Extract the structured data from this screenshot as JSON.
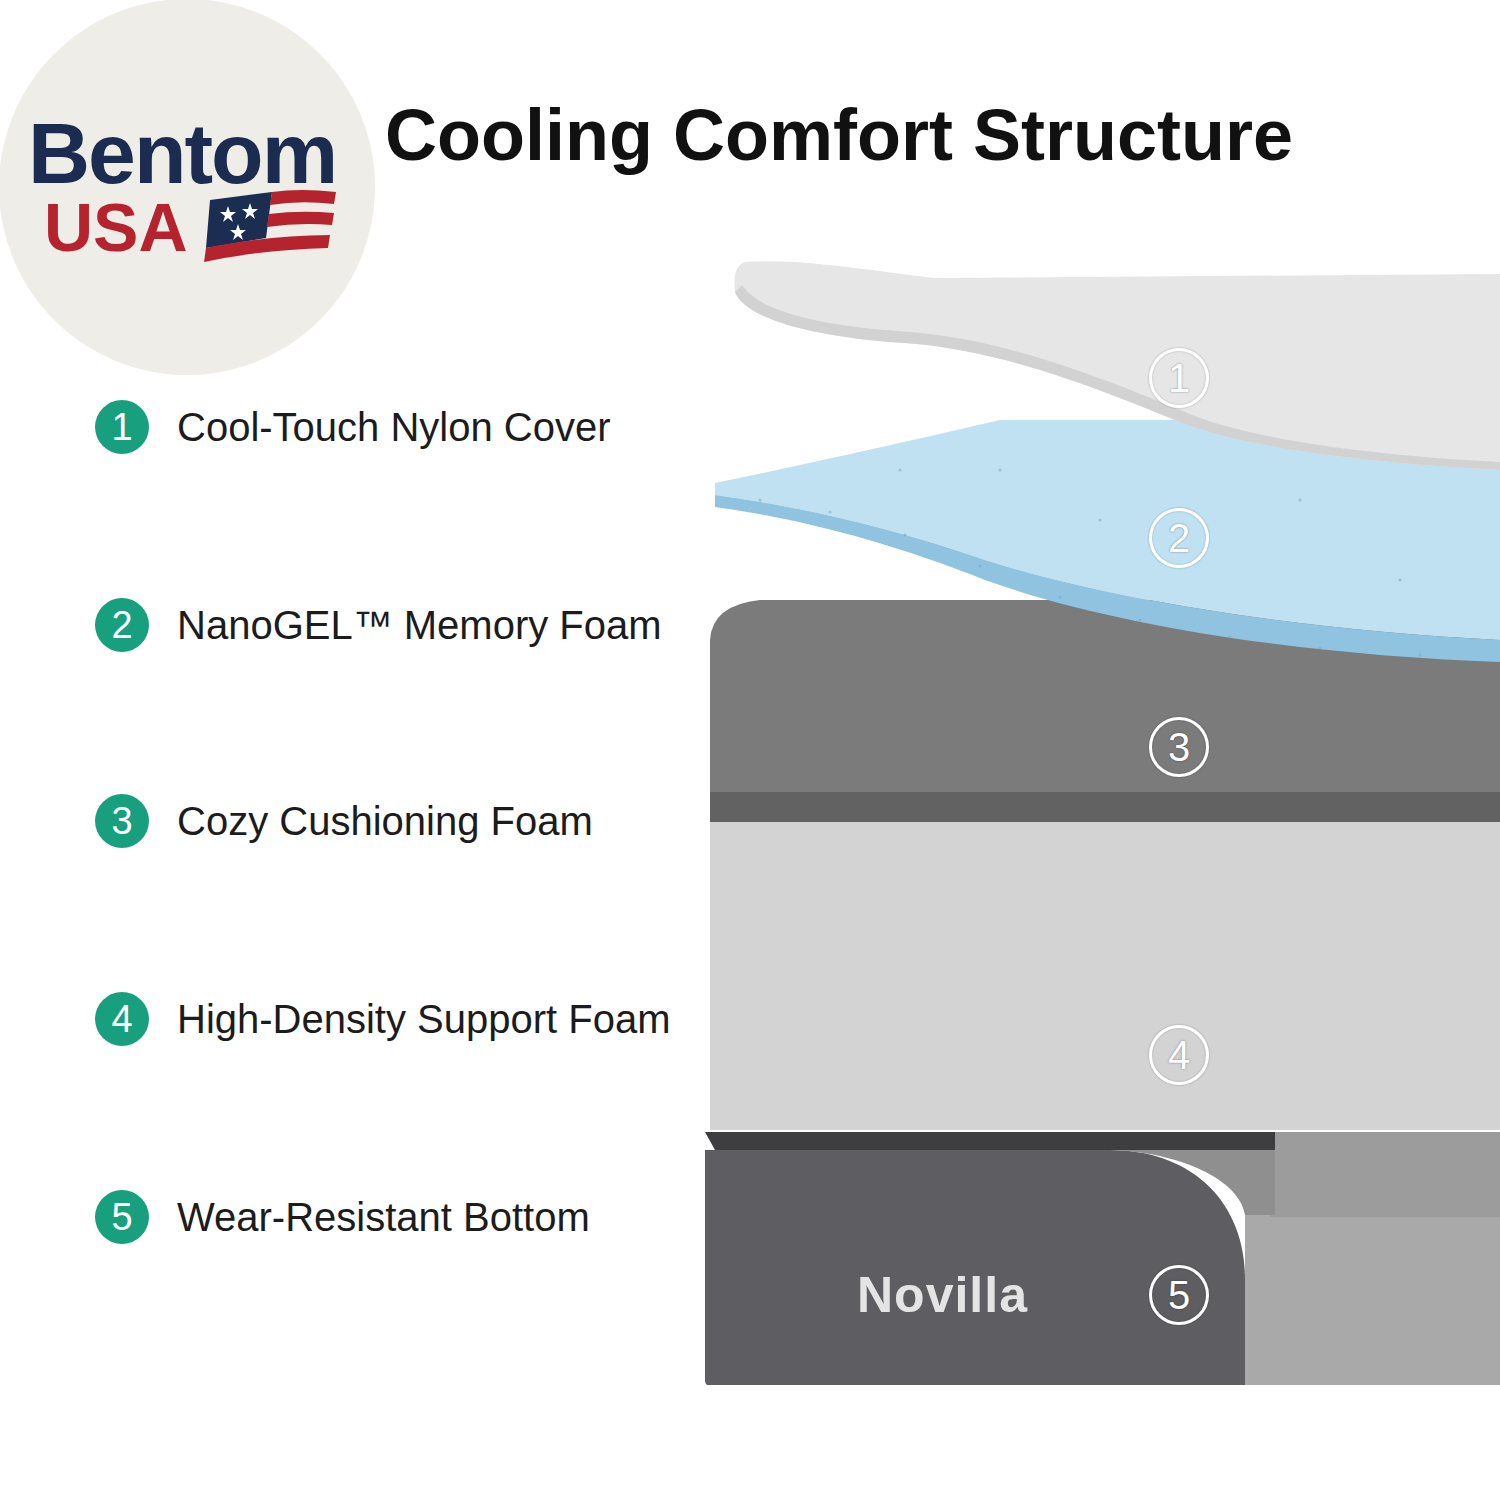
{
  "diagram": {
    "title": "Cooling Comfort Structure",
    "nodes": [
      {
        "text": [
          "1",
          "Cool-Touch Nylon Cover"
        ]
      },
      {
        "text": [
          "2",
          "NanoGEL™ Memory Foam"
        ]
      },
      {
        "text": [
          "3",
          "Cozy Cushioning Foam"
        ]
      },
      {
        "text": [
          "4",
          "High-Density Support Foam"
        ]
      },
      {
        "text": [
          "5",
          "Wear-Resistant Bottom"
        ]
      },
      {
        "text": [
          "1"
        ]
      },
      {
        "text": [
          "2"
        ]
      },
      {
        "text": [
          "3"
        ]
      },
      {
        "text": [
          "4"
        ]
      },
      {
        "text": [
          "5"
        ]
      }
    ],
    "labels": [
      "Bentom",
      "USA",
      "Novilla"
    ]
  }
}
